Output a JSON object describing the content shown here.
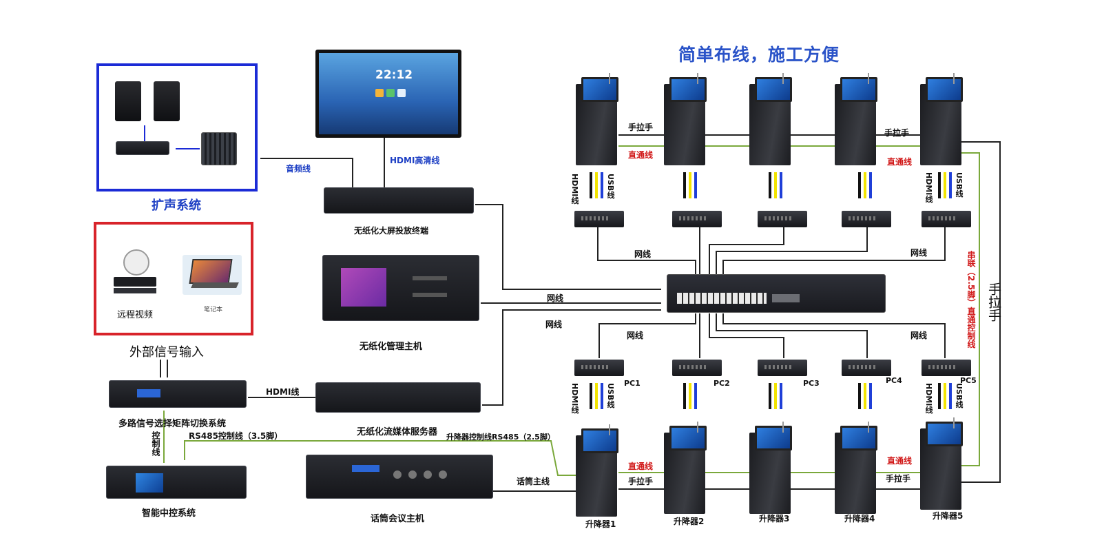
{
  "title": "简单布线，施工方便",
  "groups": {
    "pa": "扩声系统",
    "external": "外部信号输入",
    "remote_video": "远程视频",
    "laptop": "笔记本"
  },
  "screen": {
    "time": "22:12"
  },
  "devices": {
    "terminal": "无纸化大屏投放终端",
    "manager": "无纸化管理主机",
    "media_server": "无纸化流媒体服务器",
    "matrix": "多路信号选择矩阵切换系统",
    "central": "智能中控系统",
    "mic_host": "话筒会议主机"
  },
  "lifts": [
    "升降器1",
    "升降器2",
    "升降器3",
    "升降器4",
    "升降器5"
  ],
  "pcs": [
    "PC1",
    "PC2",
    "PC3",
    "PC4",
    "PC5"
  ],
  "cables": {
    "audio": "音频线",
    "hdmi_hd": "HDMI高清线",
    "hdmi": "HDMI线",
    "net": "网线",
    "handpull": "手拉手",
    "direct": "直通线",
    "usb": "USB线",
    "hdmi_v": "HDMI线",
    "rs485_35": "RS485控制线（3.5脚）",
    "lift_ctrl": "升降器控制线RS485（2.5脚）",
    "mic_main": "话筒主线",
    "ctrl_line": "控制线",
    "serial": "串联（2.5脚）直通控制线",
    "handpull_v": "手拉手"
  },
  "colors": {
    "blue_frame": "#1b2bd6",
    "red_frame": "#d8232a",
    "green_line": "#7aa83b",
    "yellow": "#f2e400",
    "blue": "#1f3fd8"
  }
}
